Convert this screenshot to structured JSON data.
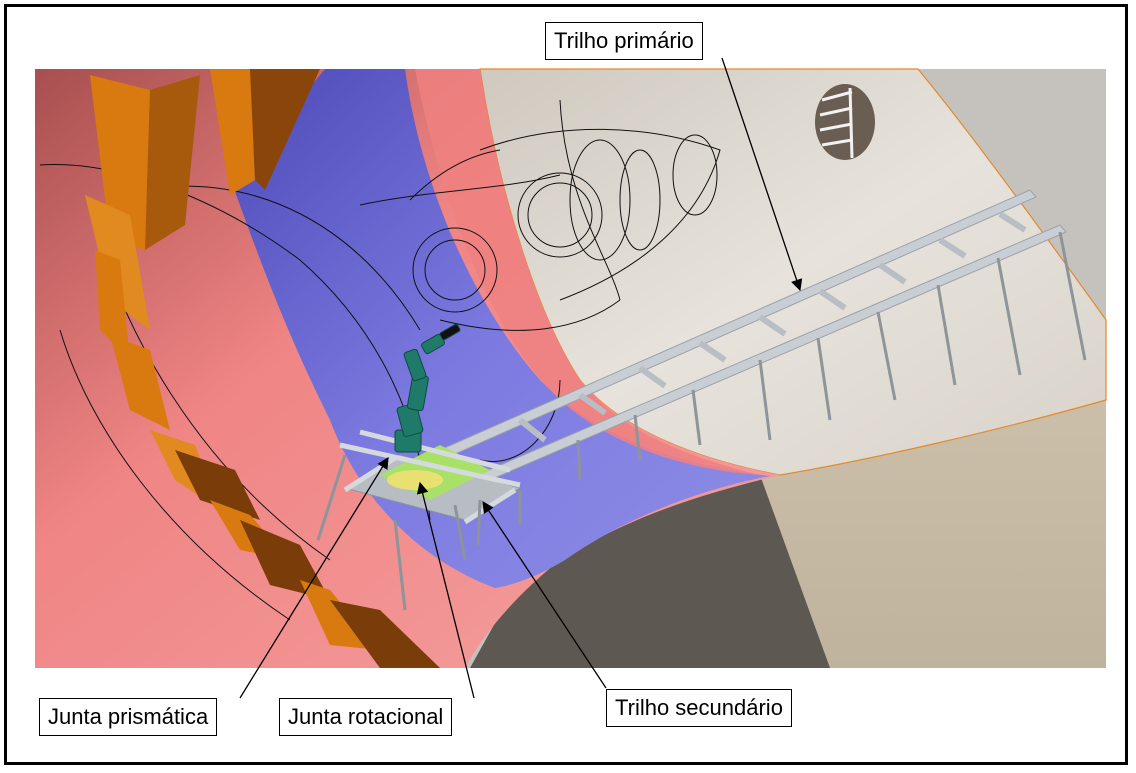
{
  "labels": {
    "primary_rail": "Trilho primário",
    "secondary_rail": "Trilho secundário",
    "prismatic_joint": "Junta prismática",
    "rotational_joint": "Junta rotacional"
  },
  "colors": {
    "outer_ring": "#f08585",
    "inner_blue": "#7a78d8",
    "shell": "#ddd8d0",
    "concrete": "#c8bca8",
    "shadow": "#5d5750",
    "blade": "#d97a10",
    "blade_dark": "#7a3c08",
    "robot": "#1f7a6a",
    "rail": "#c0c6cc"
  }
}
